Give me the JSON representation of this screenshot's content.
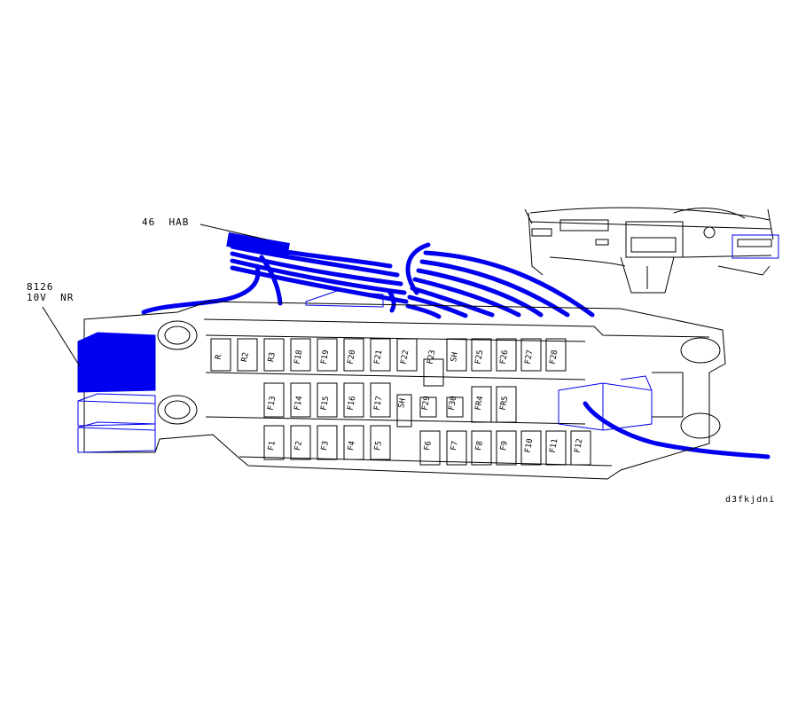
{
  "labels": {
    "harness": "46  HAB",
    "relay_top": "8126",
    "relay_bottom": "10V  NR",
    "drawing_ref": "d3fkjdni"
  },
  "fuses_top": [
    "R",
    "R2",
    "R3",
    "F18",
    "F19",
    "F20",
    "F21",
    "F22",
    "F23",
    "SH",
    "F25",
    "F26",
    "F27",
    "F28"
  ],
  "fuses_mid": [
    "F13",
    "F14",
    "F15",
    "F16",
    "F17",
    "SH",
    "F29",
    "F30",
    "FR4",
    "FR5"
  ],
  "fuses_bot": [
    "F1",
    "F2",
    "F3",
    "F4",
    "F5",
    "F6",
    "F7",
    "F8",
    "F9",
    "F10",
    "F11",
    "F12"
  ],
  "colors": {
    "highlight": "#0000ee",
    "line": "#000000"
  }
}
